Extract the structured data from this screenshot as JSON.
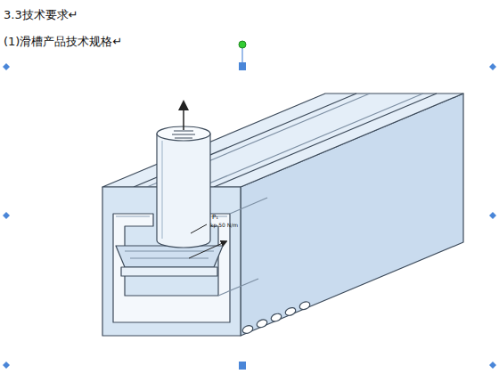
{
  "diagram": {
    "title": "3.3技术要求↵",
    "labels": [
      "(1)滑槽产品技术规格↵",
      "P₁",
      "kp 50 N/m"
    ]
  }
}
